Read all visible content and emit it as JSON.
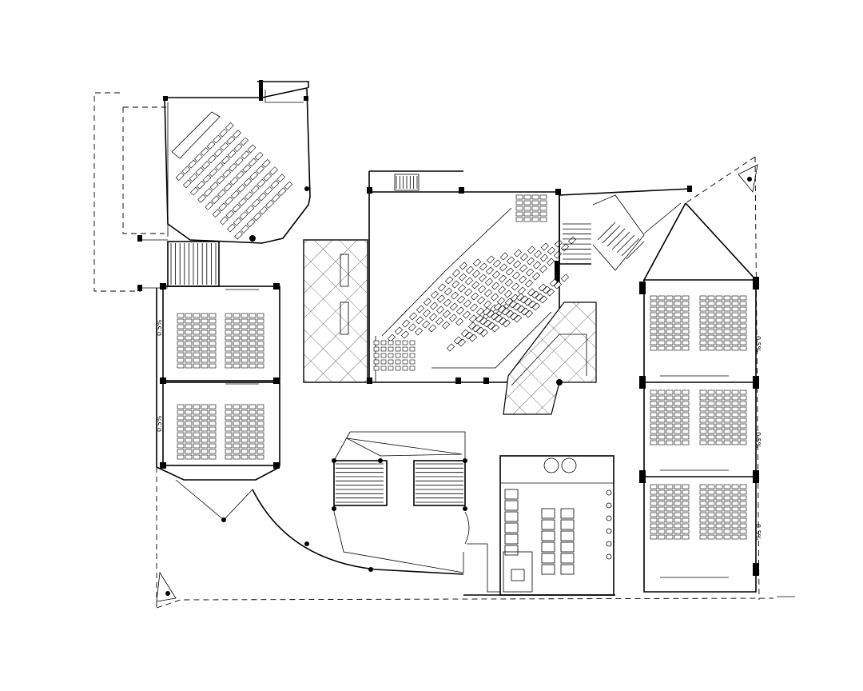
{
  "drawing": {
    "background": "#ffffff",
    "line_color": "#000000",
    "dimension_labels": {
      "left_upper": "0.5%",
      "left_lower": "0.5%",
      "right_upper": "0.5%",
      "right_middle": "0.5%",
      "right_lower": "0.5%"
    }
  }
}
